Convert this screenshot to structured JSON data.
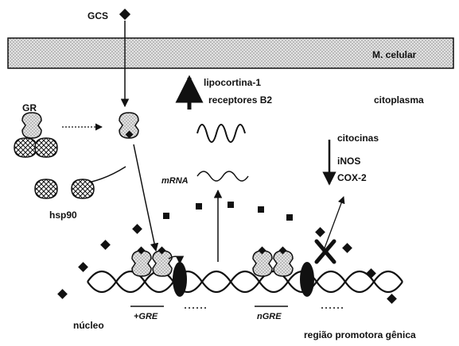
{
  "labels": {
    "gcs": "GCS",
    "membrane": "M. celular",
    "gr": "GR",
    "hsp90": "hsp90",
    "lipocortin": "lipocortina-1",
    "receptors_b2": "receptores B2",
    "cytoplasm": "citoplasma",
    "cytokines": "citocinas",
    "inos": "iNOS",
    "cox2": "COX-2",
    "mrna": "mRNA",
    "plus_gre": "+GRE",
    "n_gre": "nGRE",
    "nucleus": "núcleo",
    "promoter": "região promotora gênica"
  },
  "colors": {
    "ink": "#111111",
    "membrane_fill": "#d9d9d9",
    "receptor_fill": "#e6e6e6"
  }
}
